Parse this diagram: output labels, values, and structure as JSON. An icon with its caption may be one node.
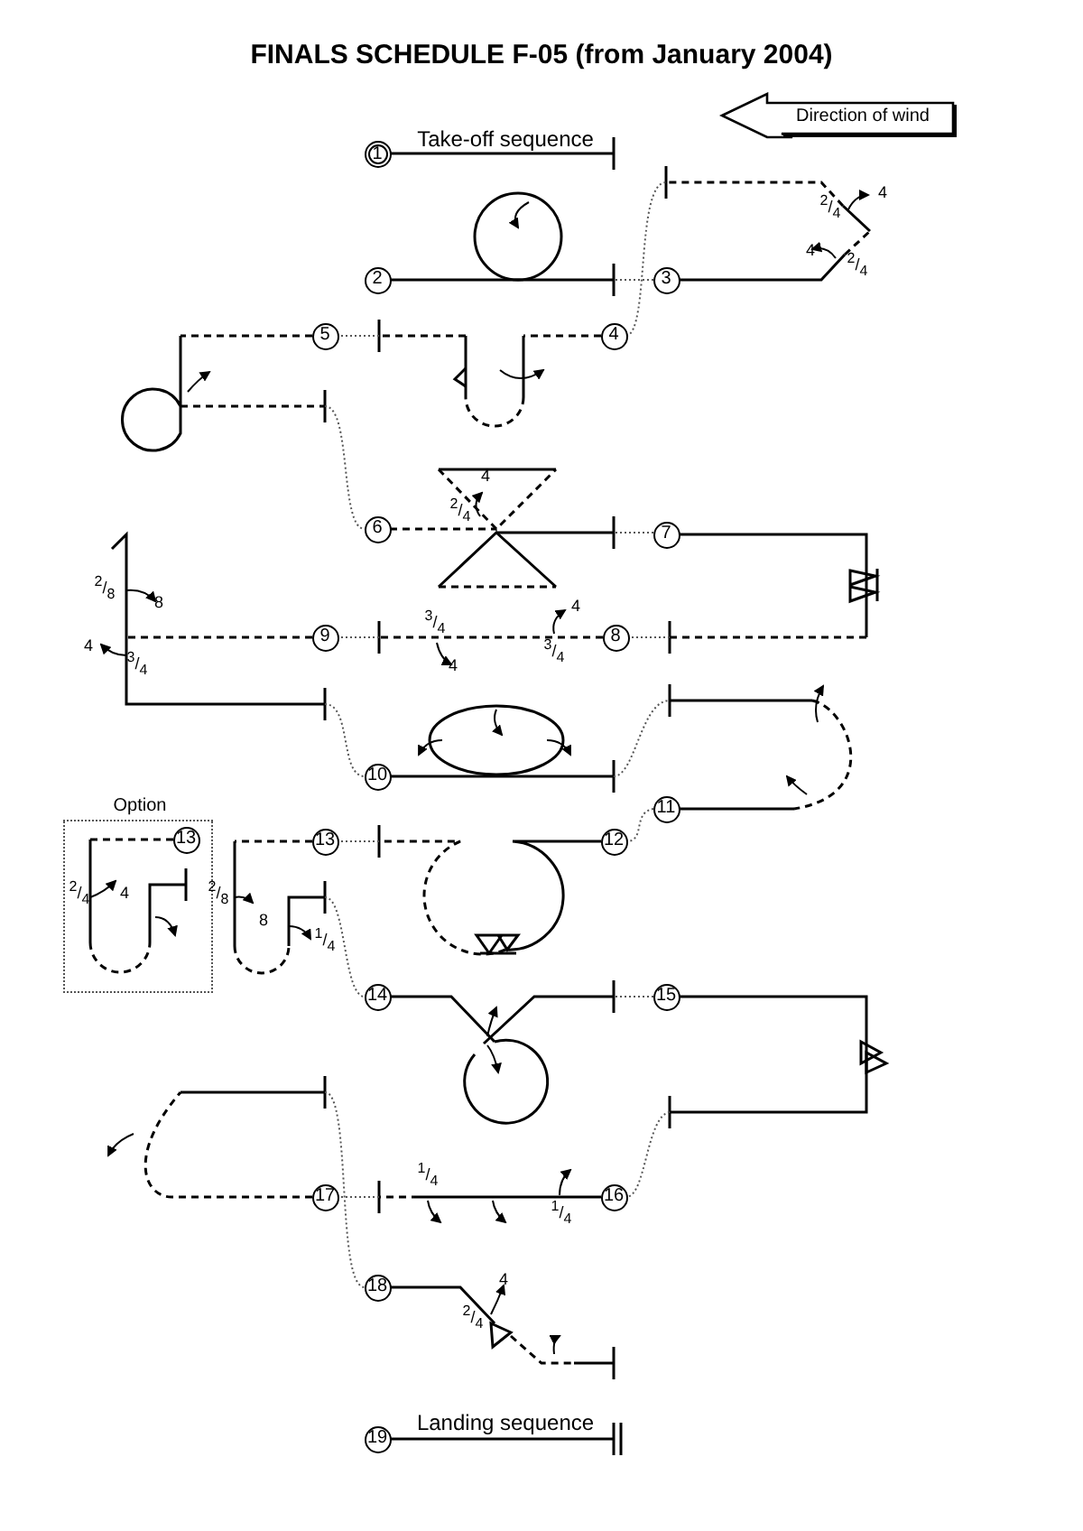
{
  "diagram": {
    "title": "FINALS SCHEDULE F-05 (from January 2004)",
    "nodes": [
      {
        "text": [
          "Direction of wind"
        ]
      },
      {
        "text": [
          "1"
        ]
      },
      {
        "text": [
          "2"
        ]
      },
      {
        "text": [
          "3"
        ]
      },
      {
        "text": [
          "5"
        ]
      },
      {
        "text": [
          "4"
        ]
      },
      {
        "text": [
          "6"
        ]
      },
      {
        "text": [
          "7"
        ]
      },
      {
        "text": [
          "9"
        ]
      },
      {
        "text": [
          "8"
        ]
      },
      {
        "text": [
          "10"
        ]
      },
      {
        "text": [
          "11"
        ]
      },
      {
        "text": [
          "Option"
        ]
      },
      {
        "text": [
          "13"
        ],
        "in": 12
      },
      {
        "text": [
          "13"
        ]
      },
      {
        "text": [
          "12"
        ]
      },
      {
        "text": [
          "14"
        ]
      },
      {
        "text": [
          "15"
        ]
      },
      {
        "text": [
          "17"
        ]
      },
      {
        "text": [
          "16"
        ]
      },
      {
        "text": [
          "18"
        ]
      },
      {
        "text": [
          "19"
        ]
      }
    ],
    "labels": [
      "Take-off sequence",
      "4",
      "$^{2}$/$_{4}$",
      "4",
      "$^{2}$/$_{4}$",
      "4",
      "$^{2}$/$_{4}$",
      "$^{2}$/$_{8}$",
      "8",
      "4",
      "$^{3}$/$_{4}$",
      "4",
      "$^{3}$/$_{4}$",
      "$^{3}$/$_{4}$",
      "4",
      "$^{2}$/$_{4}$",
      "4",
      "$^{2}$/$_{8}$",
      "8",
      "$^{1}$/$_{4}$",
      "$^{1}$/$_{4}$",
      "$^{1}$/$_{4}$",
      "4",
      "$^{2}$/$_{4}$",
      "Landing sequence"
    ]
  }
}
